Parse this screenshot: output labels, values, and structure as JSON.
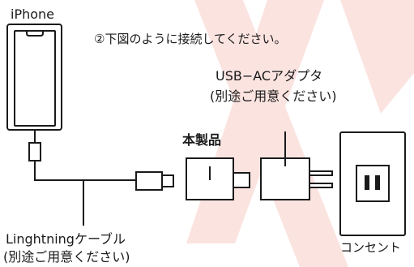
{
  "colors": {
    "background": "#ffffff",
    "watermark": "#fbe3e0",
    "ink": "#1a1a1a"
  },
  "labels": {
    "iphone": "iPhone",
    "instruction": "②下図のように接続してください。",
    "adapter_name": "USB−ACアダプタ",
    "adapter_note": "(別途ご用意ください)",
    "product": "本製品",
    "cable_name": "Linghtningケーブル",
    "cable_note": "(別途ご用意ください)",
    "outlet": "コンセント"
  }
}
